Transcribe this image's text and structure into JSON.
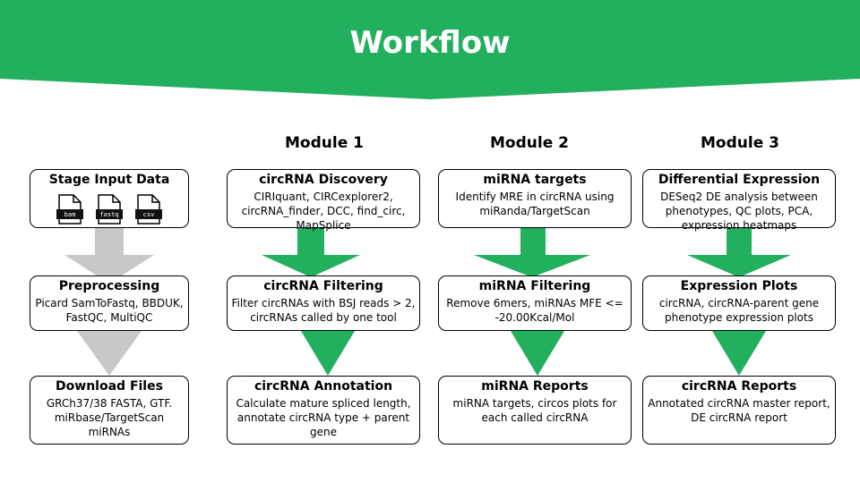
{
  "header": {
    "title": "Workflow"
  },
  "colors": {
    "accent": "#22b05e",
    "gray_arrow": "#c8c8c8"
  },
  "columns": [
    {
      "title": "",
      "boxes": [
        {
          "title": "Stage Input Data",
          "body": "",
          "icons": [
            "bam",
            "fastq",
            "csv"
          ]
        },
        {
          "title": "Preprocessing",
          "body": "Picard SamToFastq, BBDUK, FastQC, MultiQC"
        },
        {
          "title": "Download Files",
          "body": "GRCh37/38 FASTA, GTF. miRbase/TargetScan miRNAs"
        }
      ]
    },
    {
      "title": "Module 1",
      "boxes": [
        {
          "title": "circRNA Discovery",
          "body": "CIRIquant, CIRCexplorer2, circRNA_finder, DCC, find_circ, MapSplice"
        },
        {
          "title": "circRNA Filtering",
          "body": "Filter circRNAs with BSJ reads > 2, circRNAs called by one tool"
        },
        {
          "title": "circRNA Annotation",
          "body": "Calculate mature spliced length, annotate circRNA type + parent gene"
        }
      ]
    },
    {
      "title": "Module 2",
      "boxes": [
        {
          "title": "miRNA targets",
          "body": "Identify MRE in circRNA using miRanda/TargetScan"
        },
        {
          "title": "miRNA Filtering",
          "body": "Remove 6mers, miRNAs MFE <= -20.00Kcal/Mol"
        },
        {
          "title": "miRNA Reports",
          "body": "miRNA targets, circos plots for each called circRNA"
        }
      ]
    },
    {
      "title": "Module 3",
      "boxes": [
        {
          "title": "Differential Expression",
          "body": "DESeq2 DE analysis between phenotypes, QC plots, PCA, expression heatmaps"
        },
        {
          "title": "Expression Plots",
          "body": "circRNA, circRNA-parent gene phenotype expression plots"
        },
        {
          "title": "circRNA Reports",
          "body": "Annotated circRNA master report, DE circRNA report"
        }
      ]
    }
  ]
}
